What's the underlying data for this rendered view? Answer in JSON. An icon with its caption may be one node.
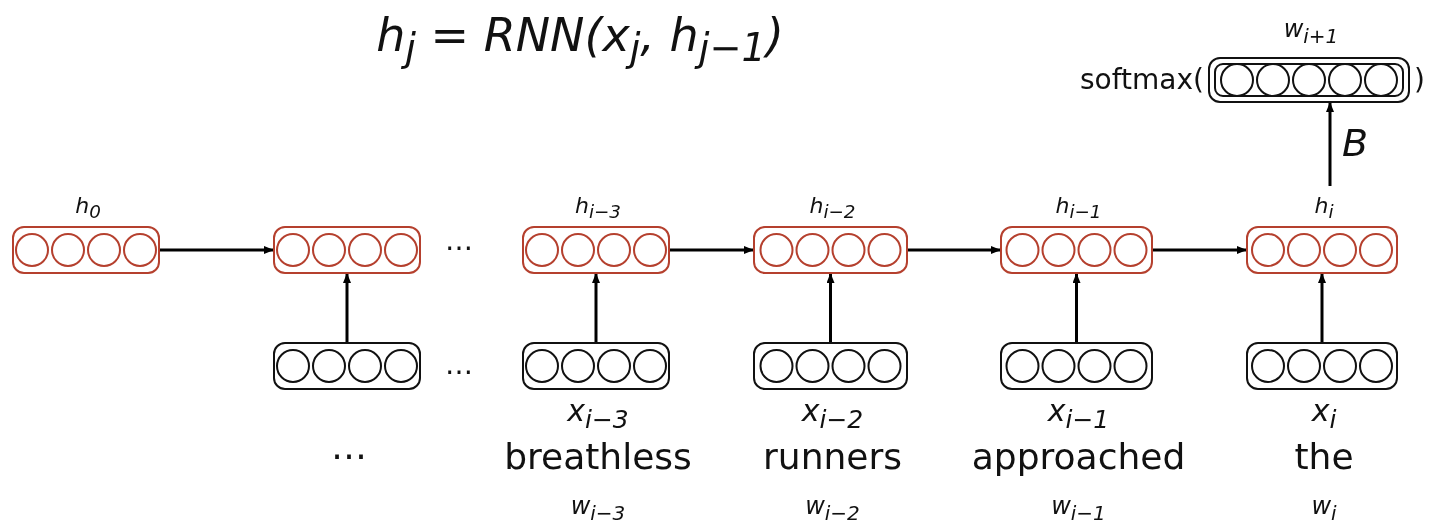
{
  "diagram": {
    "title": "h$_{j}$ = RNN(x$_{j}$, h$_{j−1}$)",
    "nodes": [
      {
        "text": [
          "w$_{i+1}$"
        ],
        "beside": [
          "softmax(",
          ")"
        ]
      },
      {
        "text": [
          "h$_{0}$"
        ]
      },
      {
        "text": [],
        "shape": "box"
      },
      {
        "text": [
          "h$_{i−3}$"
        ]
      },
      {
        "text": [
          "h$_{i−2}$"
        ]
      },
      {
        "text": [
          "h$_{i−1}$"
        ]
      },
      {
        "text": [
          "h$_{i}$"
        ]
      },
      {
        "text": [],
        "shape": "box",
        "beside": [
          "…"
        ]
      },
      {
        "text": [
          "x$_{i−3}$"
        ],
        "beside": [
          "breathless",
          "w$_{i−3}$"
        ]
      },
      {
        "text": [
          "x$_{i−2}$"
        ],
        "beside": [
          "runners",
          "w$_{i−2}$"
        ]
      },
      {
        "text": [
          "x$_{i−1}$"
        ],
        "beside": [
          "approached",
          "w$_{i−1}$"
        ]
      },
      {
        "text": [
          "x$_{i}$"
        ],
        "beside": [
          "the",
          "w$_{i}$"
        ]
      }
    ],
    "edges": [
      {
        "from": 1,
        "to": 2,
        "arrow": "to"
      },
      {
        "from": 3,
        "to": 4,
        "arrow": "to"
      },
      {
        "from": 4,
        "to": 5,
        "arrow": "to"
      },
      {
        "from": 5,
        "to": 6,
        "arrow": "to"
      },
      {
        "from": 7,
        "to": 2,
        "arrow": "to"
      },
      {
        "from": 8,
        "to": 3,
        "arrow": "to"
      },
      {
        "from": 9,
        "to": 4,
        "arrow": "to"
      },
      {
        "from": 10,
        "to": 5,
        "arrow": "to"
      },
      {
        "from": 11,
        "to": 6,
        "arrow": "to"
      },
      {
        "from": 6,
        "to": 0,
        "arrow": "to",
        "label": "B"
      }
    ],
    "labels": [
      "…",
      "…"
    ]
  }
}
